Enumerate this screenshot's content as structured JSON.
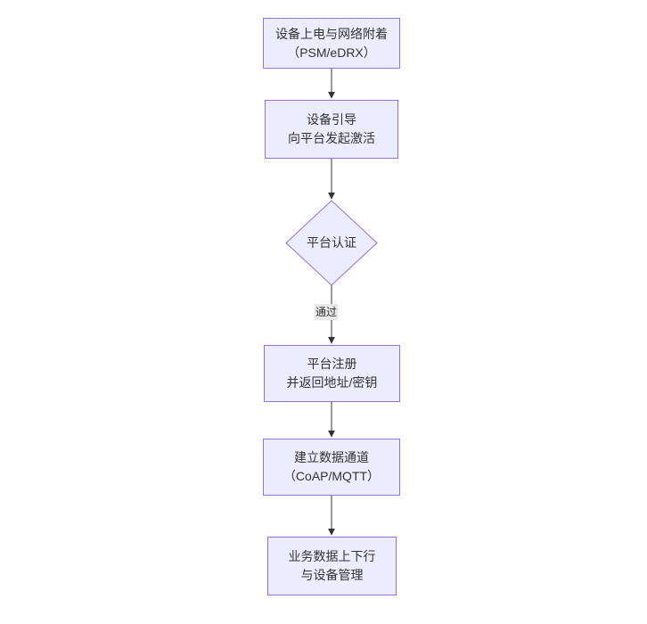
{
  "diagram": {
    "type": "flowchart",
    "direction": "top-down",
    "colors": {
      "background": "#ffffff",
      "node_fill": "#ececff",
      "node_border": "#9370db",
      "diamond_fill": "#ececff",
      "diamond_border": "#9370db",
      "text": "#333333",
      "edge": "#333333",
      "edge_label_bg": "#e8e8e8"
    },
    "nodes": [
      {
        "shape": "rectangle",
        "lines": [
          "设备上电与网络附着",
          "（PSM/eDRX）"
        ]
      },
      {
        "shape": "rectangle",
        "lines": [
          "设备引导",
          "向平台发起激活"
        ]
      },
      {
        "shape": "diamond",
        "lines": [
          "平台认证"
        ]
      },
      {
        "shape": "rectangle",
        "lines": [
          "平台注册",
          "并返回地址/密钥"
        ]
      },
      {
        "shape": "rectangle",
        "lines": [
          "建立数据通道",
          "（CoAP/MQTT）"
        ]
      },
      {
        "shape": "rectangle",
        "lines": [
          "业务数据上下行",
          "与设备管理"
        ]
      }
    ],
    "edges": [
      {
        "from": 0,
        "to": 1,
        "label": ""
      },
      {
        "from": 1,
        "to": 2,
        "label": ""
      },
      {
        "from": 2,
        "to": 3,
        "label": "通过"
      },
      {
        "from": 3,
        "to": 4,
        "label": ""
      },
      {
        "from": 4,
        "to": 5,
        "label": ""
      }
    ]
  }
}
